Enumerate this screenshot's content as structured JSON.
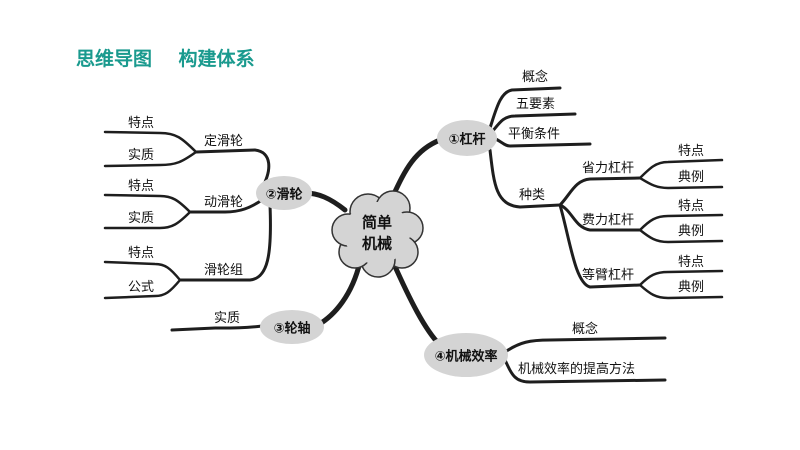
{
  "header": {
    "title": "思维导图",
    "subtitle": "构建体系"
  },
  "center": {
    "line1": "简单",
    "line2": "机械"
  },
  "lever": {
    "label": "①杠杆",
    "items": [
      "概念",
      "五要素",
      "平衡条件"
    ],
    "types_label": "种类",
    "types": [
      {
        "name": "省力杠杆",
        "sub": [
          "特点",
          "典例"
        ]
      },
      {
        "name": "费力杠杆",
        "sub": [
          "特点",
          "典例"
        ]
      },
      {
        "name": "等臂杠杆",
        "sub": [
          "特点",
          "典例"
        ]
      }
    ]
  },
  "pulley": {
    "label": "②滑轮",
    "groups": [
      {
        "name": "定滑轮",
        "sub": [
          "特点",
          "实质"
        ]
      },
      {
        "name": "动滑轮",
        "sub": [
          "特点",
          "实质"
        ]
      },
      {
        "name": "滑轮组",
        "sub": [
          "特点",
          "公式"
        ]
      }
    ]
  },
  "wheel_axle": {
    "label": "③轮轴",
    "items": [
      "实质"
    ]
  },
  "efficiency": {
    "label": "④机械效率",
    "items": [
      "概念",
      "机械效率的提高方法"
    ]
  }
}
